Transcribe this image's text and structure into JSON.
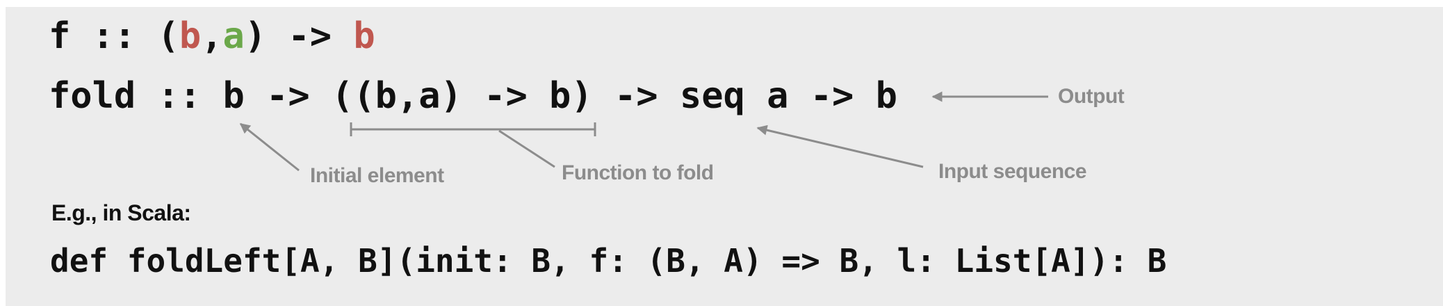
{
  "code": {
    "line1": {
      "f": "f",
      "sep": " :: (",
      "b1": "b",
      "comma": ",",
      "a": "a",
      "arrow": ") -> ",
      "b2": "b"
    },
    "line2": "fold :: b -> ((b,a) -> b) -> seq a -> b",
    "line3": "def foldLeft[A, B](init: B, f: (B, A) => B, l: List[A]): B"
  },
  "annotations": {
    "initial": "Initial element",
    "function": "Function to fold",
    "input": "Input sequence",
    "output": "Output"
  },
  "example_heading": "E.g., in Scala:",
  "colors": {
    "type_b": "#c0574f",
    "type_a": "#6ba84a",
    "annotation": "#8c8c8c",
    "background": "#ececec"
  }
}
